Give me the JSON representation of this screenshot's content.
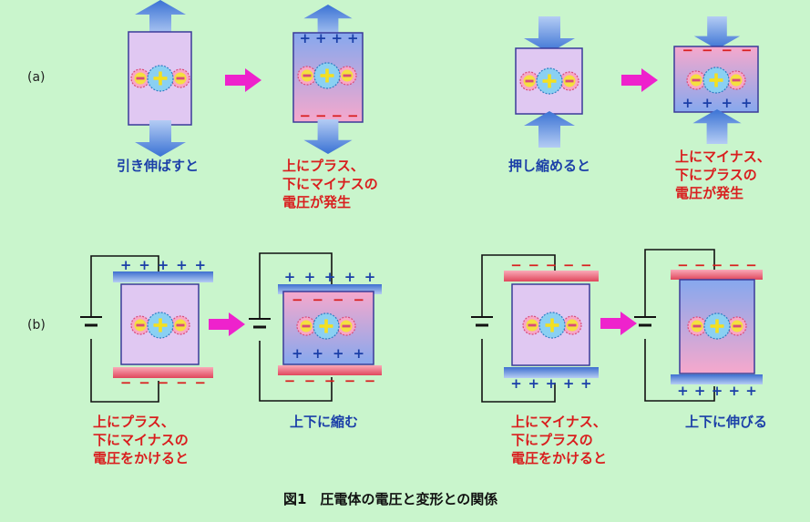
{
  "labels": {
    "row_a": "(a)",
    "row_b": "(b)"
  },
  "captions": {
    "a_stretch": "引き伸ばすと",
    "a_stretch_result": "上にプラス、\n下にマイナスの\n電圧が発生",
    "a_compress": "押し縮めると",
    "a_compress_result": "上にマイナス、\n下にプラスの\n電圧が発生",
    "b_apply_plus_top": "上にプラス、\n下にマイナスの\n電圧をかけると",
    "b_shrink": "上下に縮む",
    "b_apply_minus_top": "上にマイナス、\n下にプラスの\n電圧をかけると",
    "b_stretch": "上下に伸びる"
  },
  "figure_title": "図1　圧電体の電圧と変形との関係",
  "symbols": {
    "plus": "+",
    "minus": "−"
  },
  "colors": {
    "background": "#c9f5cc",
    "crystal": "#e0c8f2",
    "blue_text": "#1b3fa8",
    "red_text": "#d91e1e",
    "arrow_blue": "#4a86d8",
    "arrow_magenta": "#ee22cc",
    "plus_ion": "#f2e020",
    "electrode_red": "#ef6478",
    "electrode_blue": "#4e7fd6"
  }
}
